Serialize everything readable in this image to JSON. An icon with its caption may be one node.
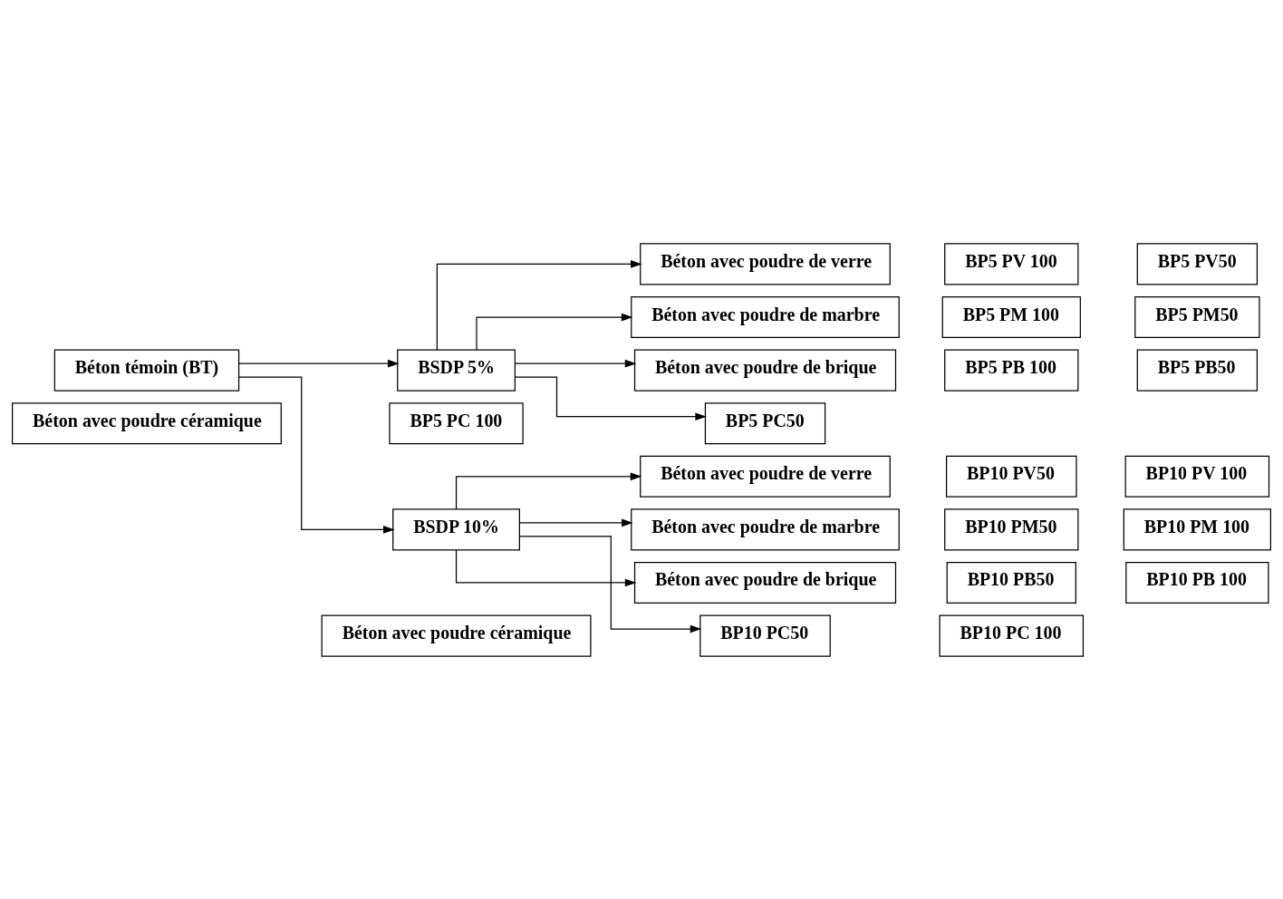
{
  "diagram": {
    "nodes": [
      {
        "text": [
          "Béton témoin (BT)"
        ]
      },
      {
        "text": [
          "BSDP 5%"
        ]
      },
      {
        "text": [
          "BSDP 10%"
        ]
      },
      {
        "text": [
          "Béton avec poudre de verre"
        ]
      },
      {
        "text": [
          "BP5 PV 100"
        ]
      },
      {
        "text": [
          "BP5 PV50"
        ]
      },
      {
        "text": [
          "Béton avec poudre de marbre"
        ]
      },
      {
        "text": [
          "BP5 PM 100"
        ]
      },
      {
        "text": [
          "BP5 PM50"
        ]
      },
      {
        "text": [
          "Béton avec poudre de brique"
        ]
      },
      {
        "text": [
          "BP5 PB 100"
        ]
      },
      {
        "text": [
          "BP5 PB50"
        ]
      },
      {
        "text": [
          "Béton avec poudre céramique"
        ]
      },
      {
        "text": [
          "BP5 PC 100"
        ]
      },
      {
        "text": [
          "BP5 PC50"
        ]
      },
      {
        "text": [
          "Béton avec poudre de verre"
        ]
      },
      {
        "text": [
          "BP10 PV50"
        ]
      },
      {
        "text": [
          "BP10 PV 100"
        ]
      },
      {
        "text": [
          "Béton avec poudre de marbre"
        ]
      },
      {
        "text": [
          "BP10 PM50"
        ]
      },
      {
        "text": [
          "BP10 PM 100"
        ]
      },
      {
        "text": [
          "Béton avec poudre de brique"
        ]
      },
      {
        "text": [
          "BP10 PB50"
        ]
      },
      {
        "text": [
          "BP10 PB 100"
        ]
      },
      {
        "text": [
          "Béton avec poudre céramique"
        ]
      },
      {
        "text": [
          "BP10 PC50"
        ]
      },
      {
        "text": [
          "BP10 PC 100"
        ]
      }
    ],
    "edges": [
      {
        "from": 0,
        "to": 1,
        "arrow": "to"
      },
      {
        "from": 0,
        "to": 2,
        "arrow": "to"
      },
      {
        "from": 1,
        "to": 3,
        "arrow": "to"
      },
      {
        "from": 1,
        "to": 6,
        "arrow": "to"
      },
      {
        "from": 1,
        "to": 9,
        "arrow": "to"
      },
      {
        "from": 1,
        "to": 14,
        "arrow": "to"
      },
      {
        "from": 2,
        "to": 15,
        "arrow": "to"
      },
      {
        "from": 2,
        "to": 18,
        "arrow": "to"
      },
      {
        "from": 2,
        "to": 21,
        "arrow": "to"
      },
      {
        "from": 2,
        "to": 25,
        "arrow": "to"
      }
    ]
  }
}
